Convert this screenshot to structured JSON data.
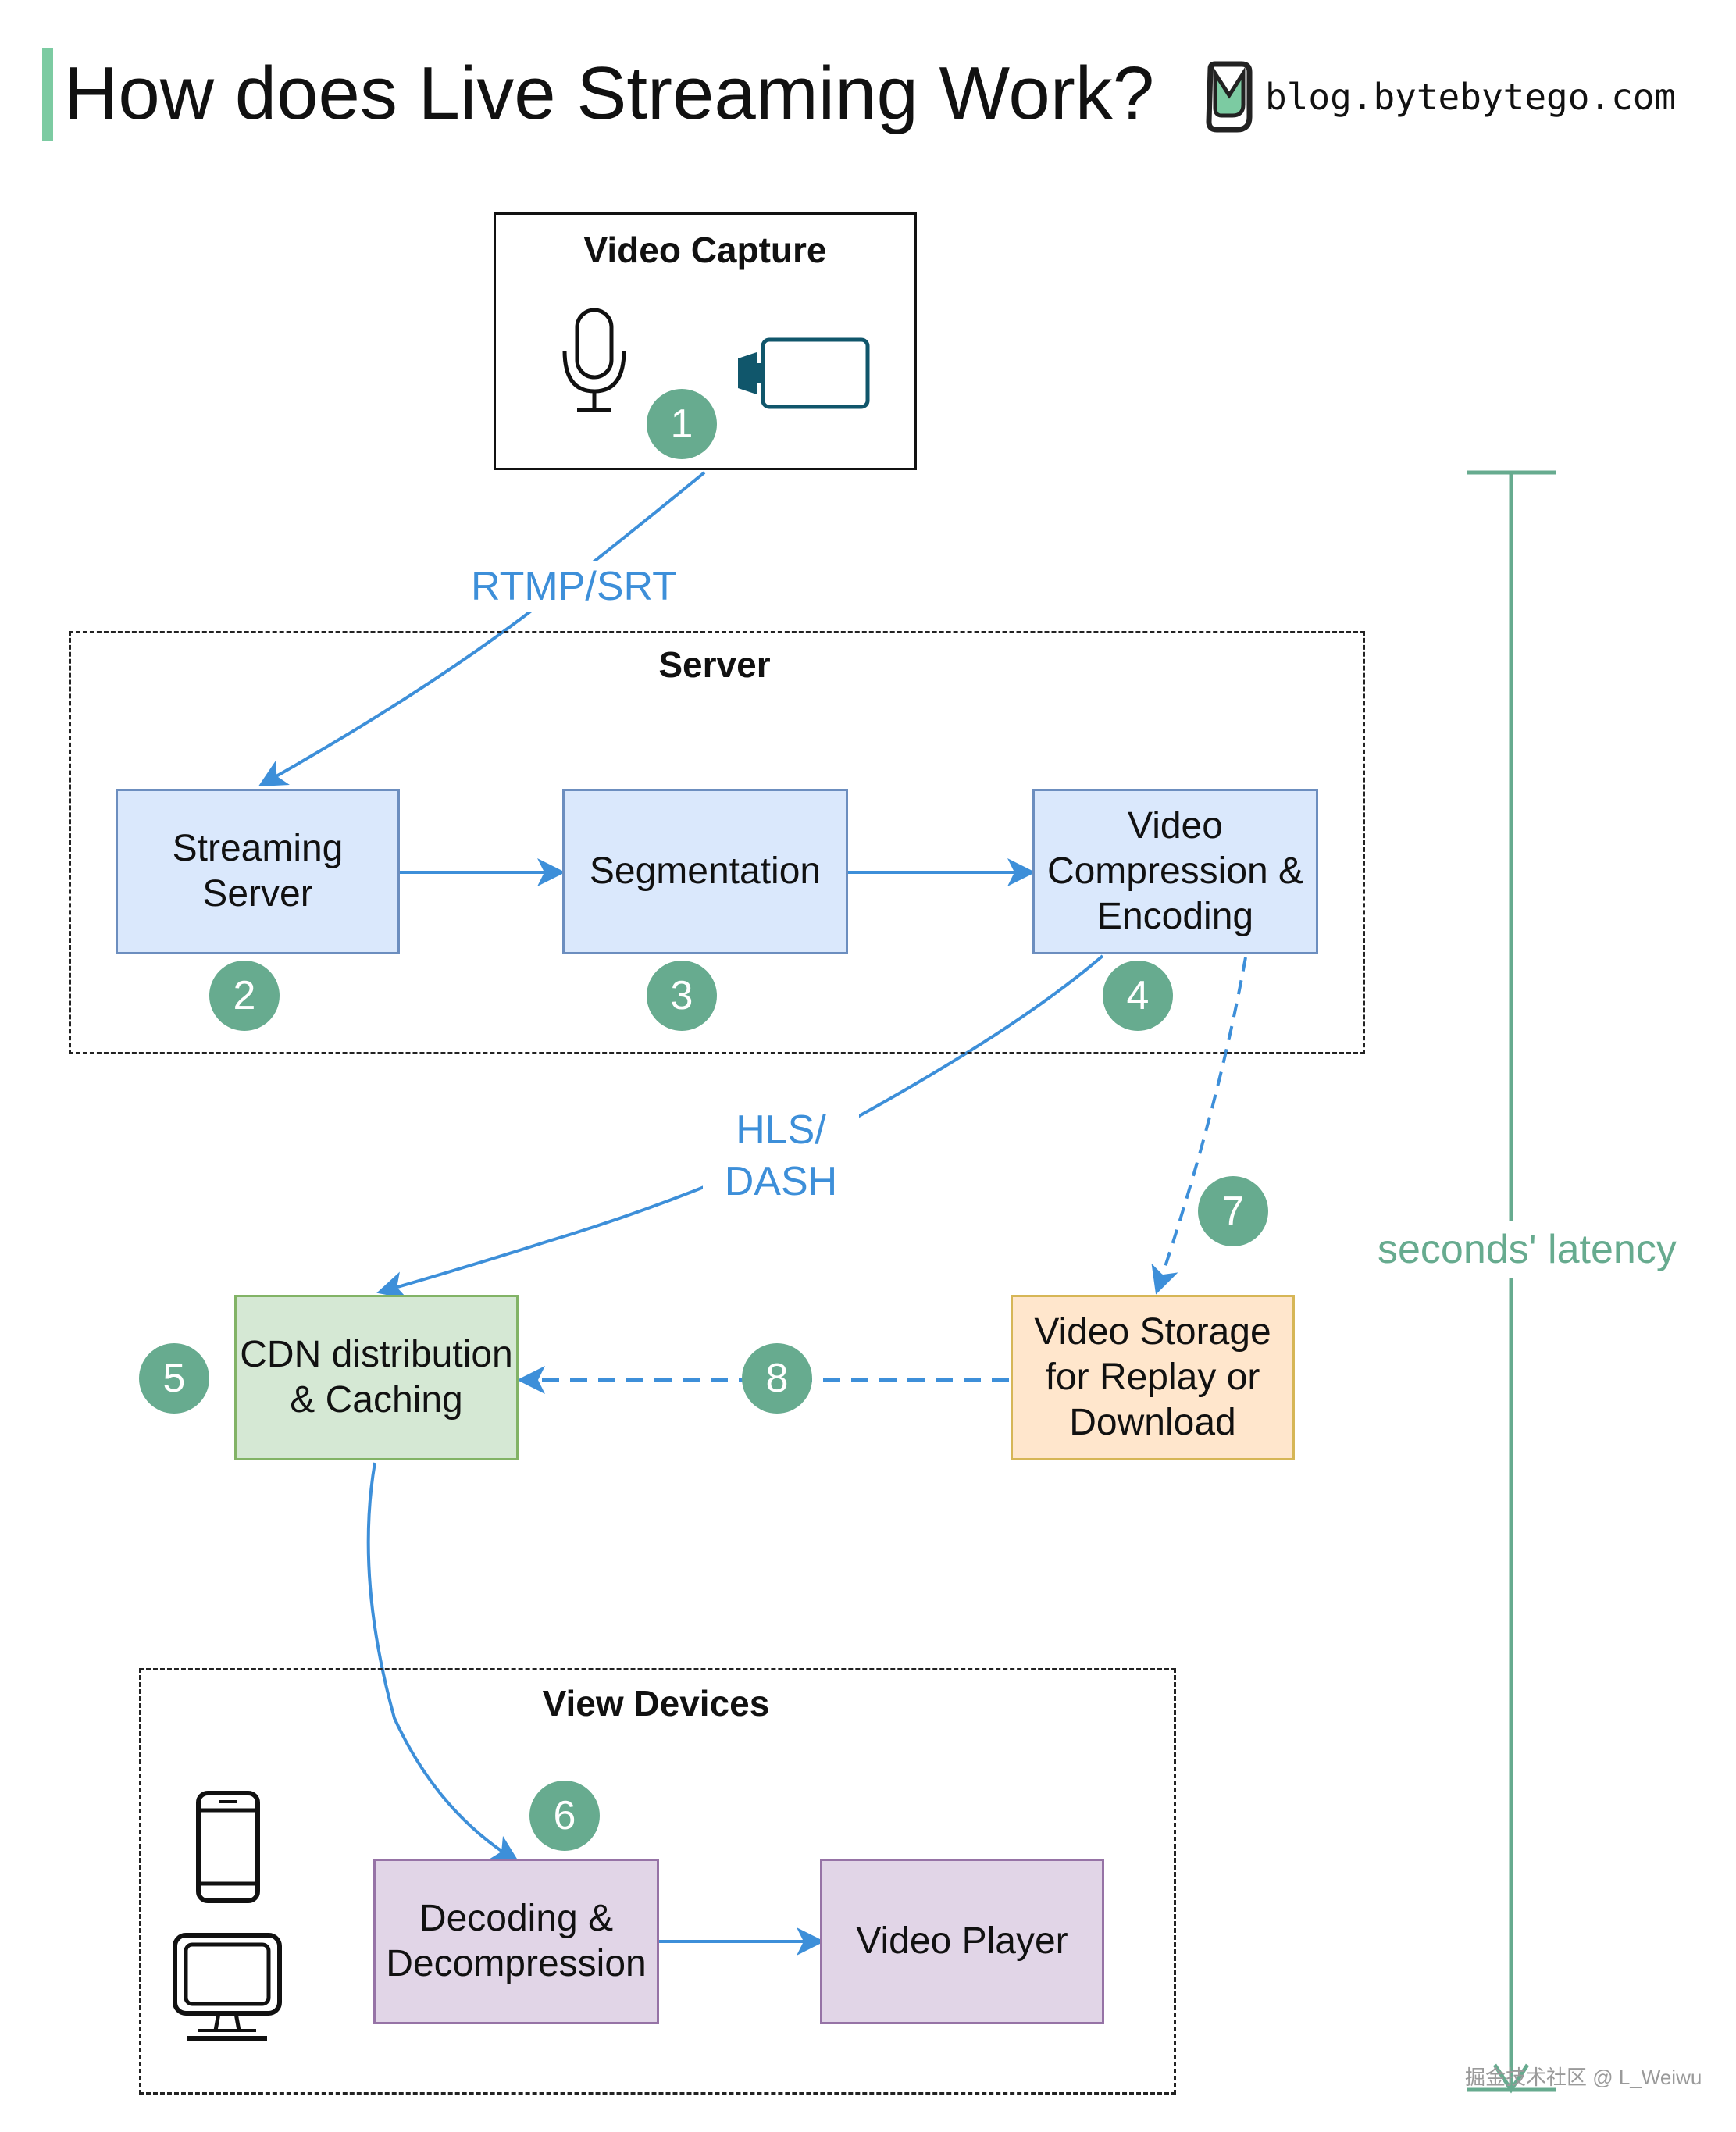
{
  "header": {
    "title": "How does Live Streaming Work?",
    "brand": "blog.bytebytego.com",
    "accent_color": "#7ccba2"
  },
  "capture": {
    "title": "Video Capture",
    "icons": [
      "microphone-icon",
      "video-camera-icon"
    ]
  },
  "server": {
    "title": "Server"
  },
  "view_devices": {
    "title": "View Devices",
    "icons": [
      "smartphone-icon",
      "desktop-monitor-icon"
    ]
  },
  "nodes": {
    "streaming_server": "Streaming\nServer",
    "segmentation": "Segmentation",
    "compression": "Video\nCompression &\nEncoding",
    "cdn": "CDN distribution\n& Caching",
    "storage": "Video Storage\nfor Replay or\nDownload",
    "decoding": "Decoding &\nDecompression",
    "player": "Video Player"
  },
  "steps": [
    "1",
    "2",
    "3",
    "4",
    "5",
    "6",
    "7",
    "8"
  ],
  "protocols": {
    "rtmp": "RTMP/SRT",
    "hls": "HLS/\nDASH"
  },
  "latency_label": "seconds' latency",
  "watermark": "掘金技术社区 @ L_Weiwu",
  "colors": {
    "arrow": "#3d8fd9",
    "step_badge": "#67ab8f",
    "latency": "#67ab8f",
    "server_fill": "#dae8fc",
    "cdn_fill": "#d5e8d4",
    "storage_fill": "#ffe6cc",
    "device_fill": "#e1d5e7"
  }
}
